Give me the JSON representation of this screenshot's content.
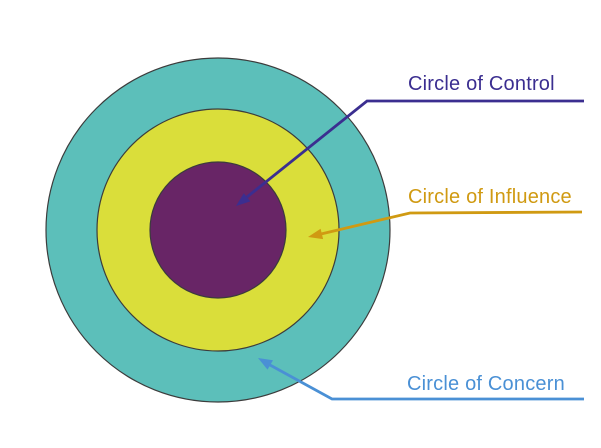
{
  "diagram": {
    "background": "#ffffff",
    "outline": "#3c3c3c",
    "circles": {
      "concern": {
        "label": "Circle of Concern",
        "fill": "#5cbfba"
      },
      "influence": {
        "label": "Circle of Influence",
        "fill": "#dade3a"
      },
      "control": {
        "label": "Circle of Control",
        "fill": "#682566"
      }
    },
    "leaders": {
      "control": {
        "color": "#3b2e90"
      },
      "influence": {
        "color": "#d09a12"
      },
      "concern": {
        "color": "#4a90d5"
      }
    },
    "icons": {
      "control_arrowhead": "triangle-arrowhead",
      "influence_arrowhead": "triangle-arrowhead",
      "concern_arrowhead": "triangle-arrowhead"
    }
  }
}
